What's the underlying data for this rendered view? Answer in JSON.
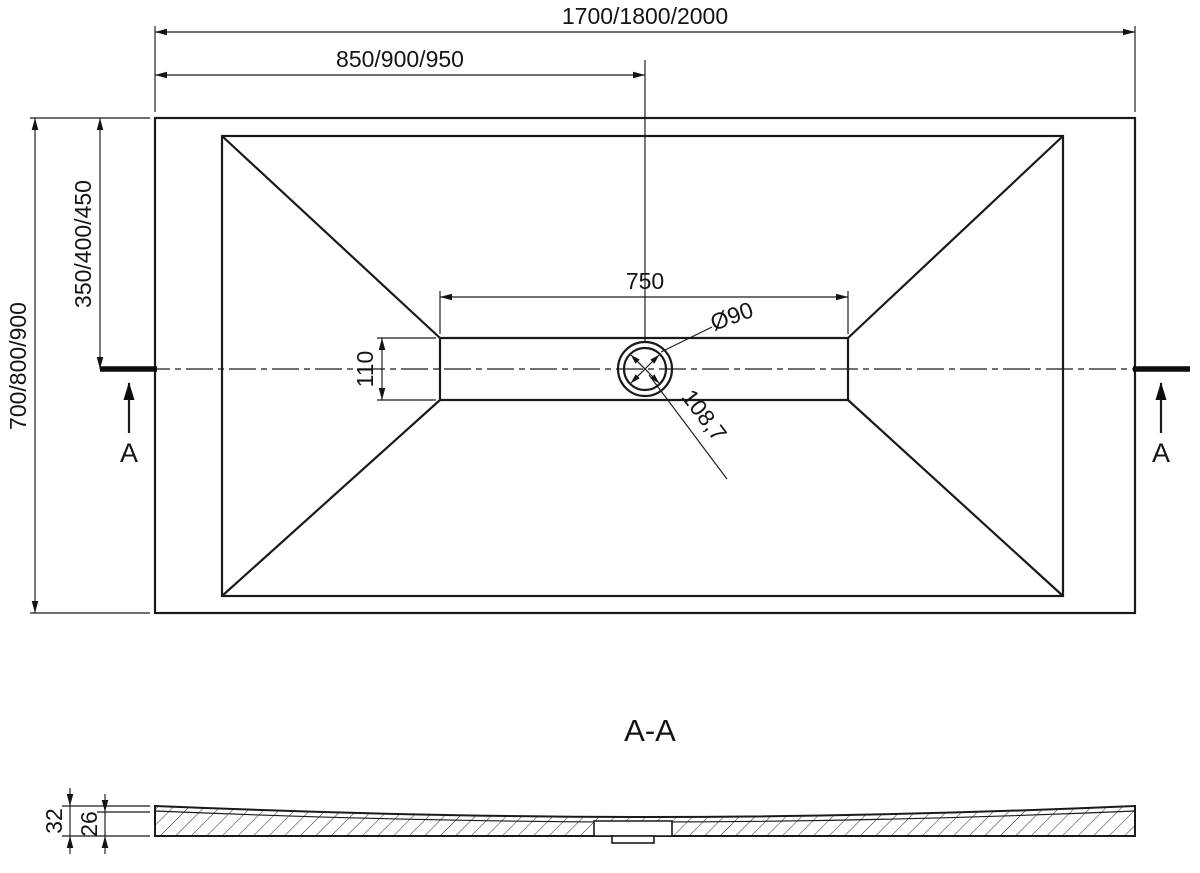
{
  "page": {
    "background": "#ffffff",
    "line_color": "#1a1a1a",
    "description": "Technical dimensional drawing of a rectangular shower tray with central linear channel and round drain: top view plus cross-section A-A"
  },
  "top_view": {
    "dim_overall_width": "1700/1800/2000",
    "dim_width_to_center": "850/900/950",
    "dim_overall_depth": "700/800/900",
    "dim_depth_to_center": "350/400/450",
    "dim_channel_length": "750",
    "dim_channel_width": "110",
    "dim_drain_diameter": "Ø90",
    "dim_drain_offset": "108,7",
    "section_marker_left": "A",
    "section_marker_right": "A"
  },
  "section_view": {
    "title": "A-A",
    "dim_total_height": "32",
    "dim_base_thickness": "26"
  }
}
